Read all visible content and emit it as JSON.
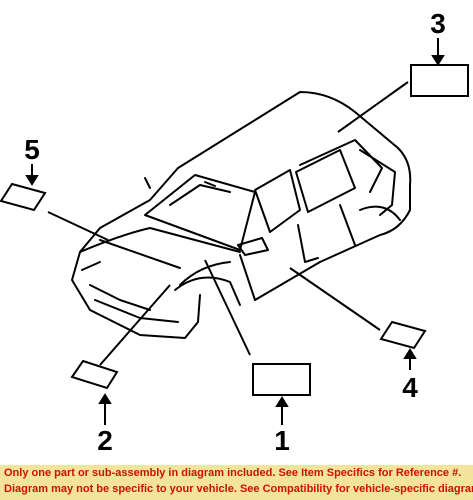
{
  "callouts": {
    "c1": "1",
    "c2": "2",
    "c3": "3",
    "c4": "4",
    "c5": "5"
  },
  "disclaimer": {
    "line1": "Only one part or sub-assembly in diagram included. See Item Specifics for Reference #.",
    "line2": "Diagram may not be specific to your vehicle. See Compatibility for vehicle-specific diagrams."
  },
  "colors": {
    "banner_bg": "#f4e39a",
    "banner_text": "#cc1100",
    "line_art": "#000000"
  }
}
